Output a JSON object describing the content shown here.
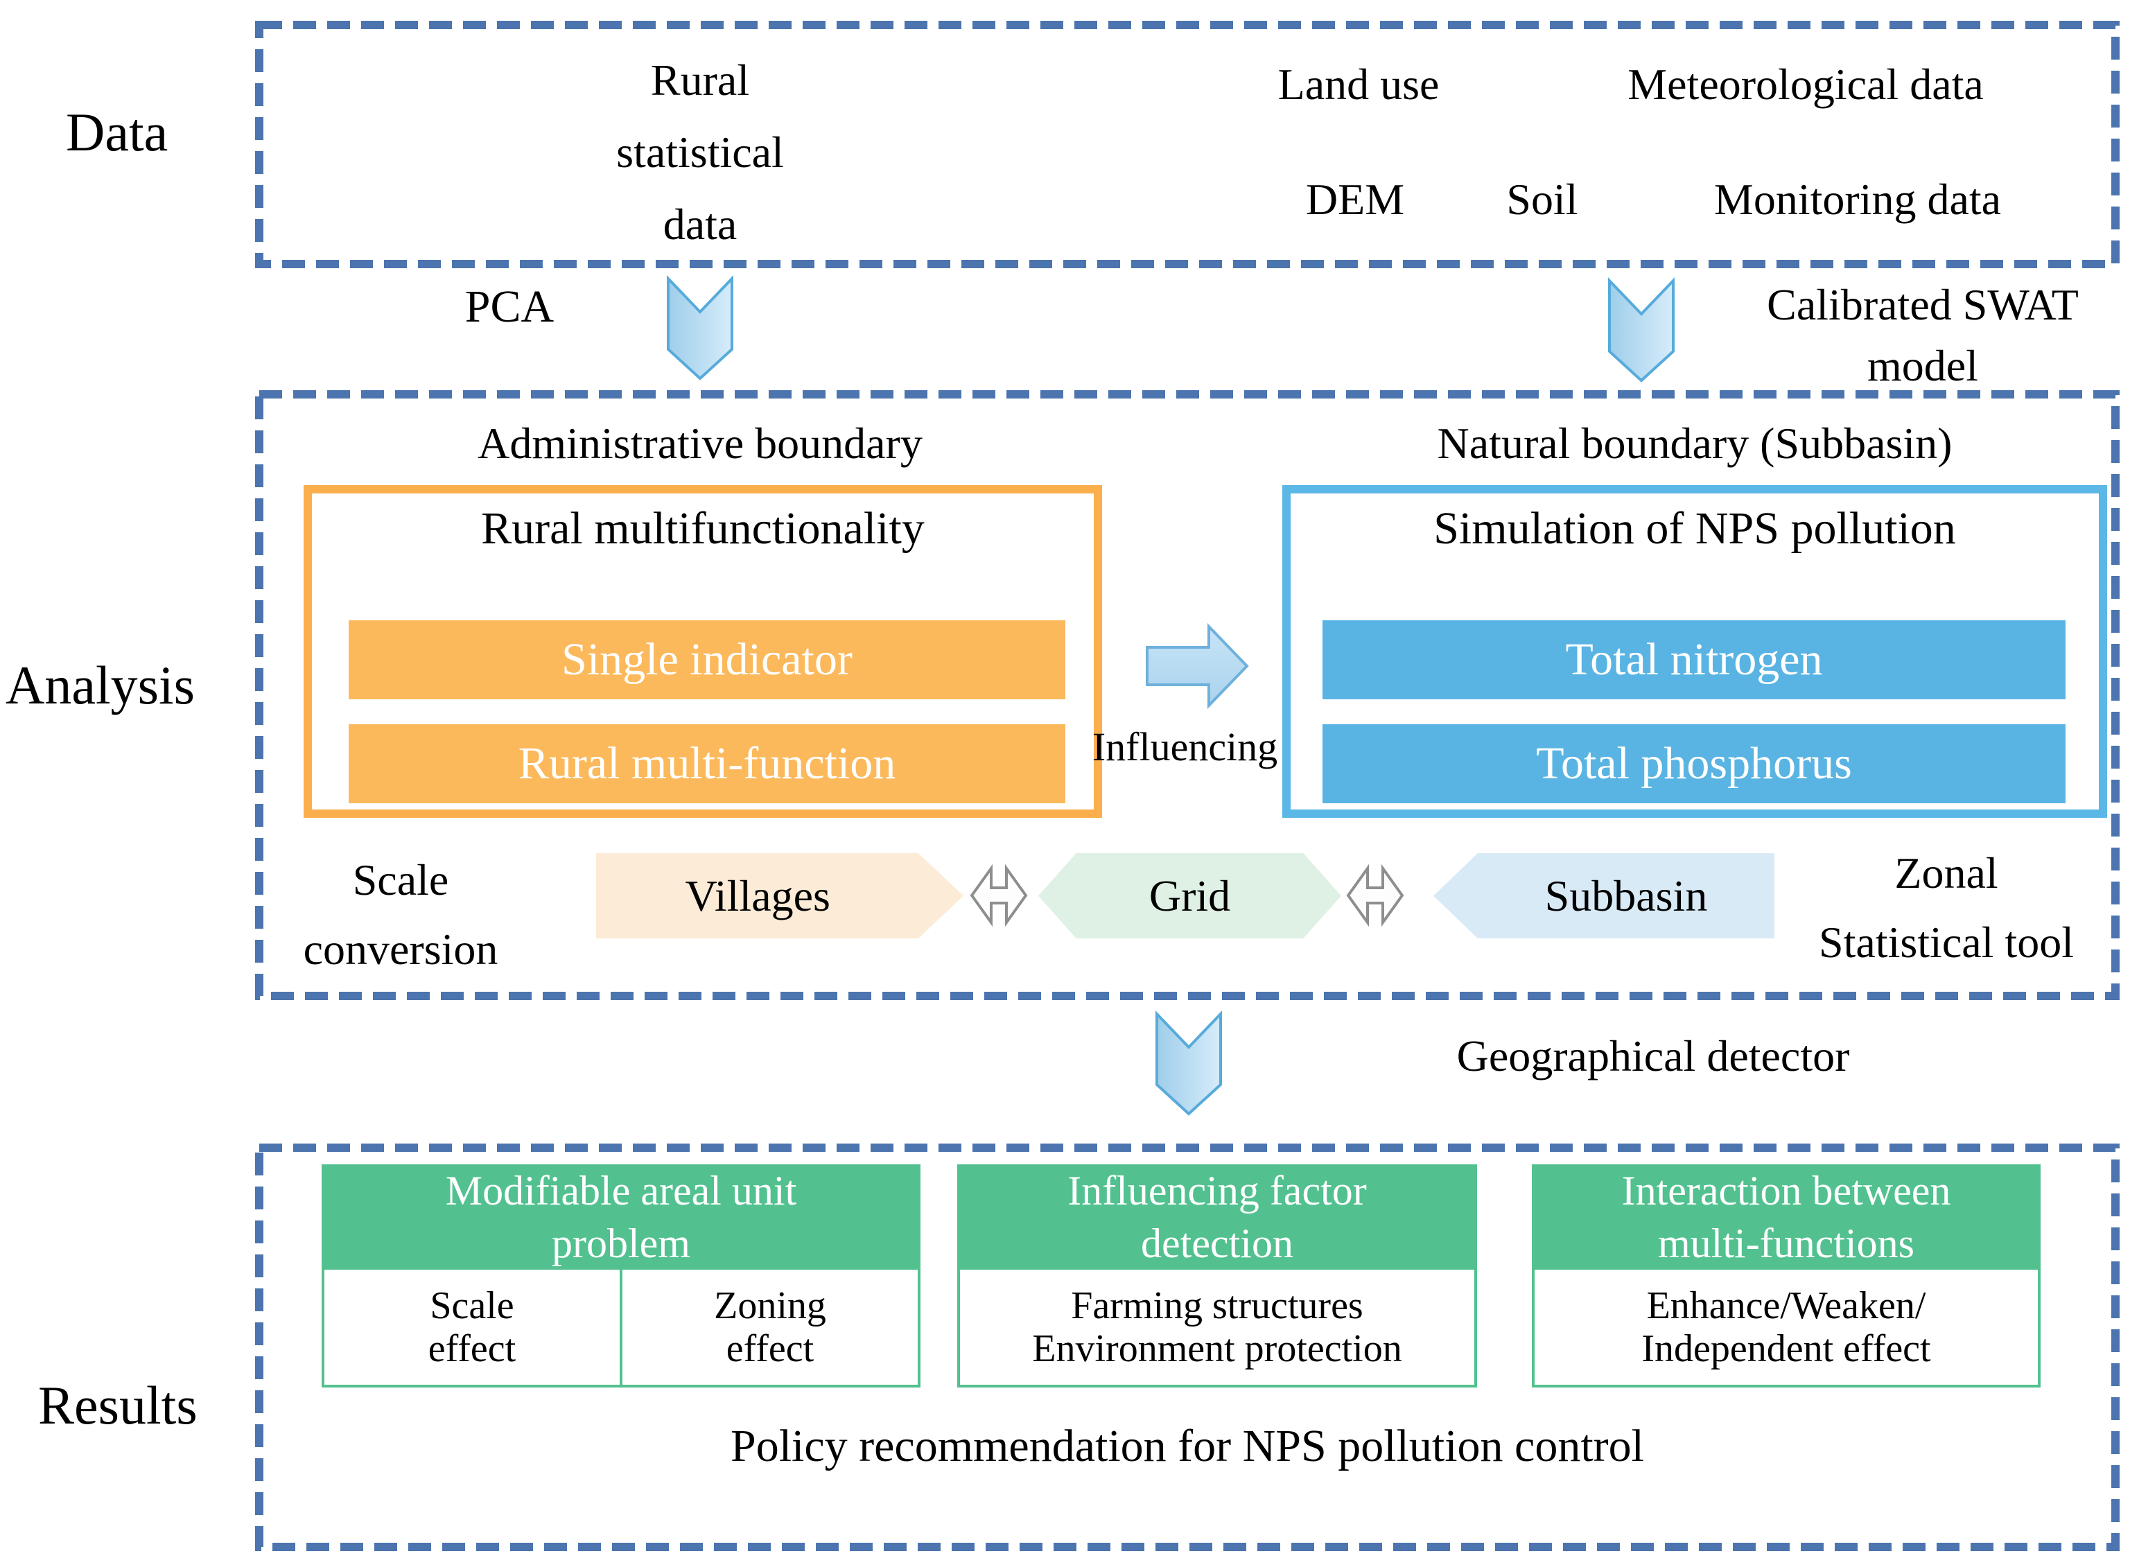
{
  "labels": {
    "data": "Data",
    "analysis": "Analysis",
    "results": "Results"
  },
  "data_section": {
    "rural_statistical": [
      "Rural",
      "statistical",
      "data"
    ],
    "row1": [
      "Land use",
      "Meteorological data"
    ],
    "row2": [
      "DEM",
      "Soil",
      "Monitoring data"
    ]
  },
  "connectors": {
    "pca": "PCA",
    "calibrated_swat": [
      "Calibrated SWAT",
      "model"
    ],
    "influencing": "Influencing",
    "geographical_detector": "Geographical detector"
  },
  "analysis_section": {
    "admin_heading": "Administrative boundary",
    "natural_heading": "Natural boundary (Subbasin)",
    "rural_box": {
      "title": "Rural multifunctionality",
      "bar1": "Single indicator",
      "bar2": "Rural multi-function"
    },
    "nps_box": {
      "title": "Simulation of NPS pollution",
      "bar1": "Total nitrogen",
      "bar2": "Total phosphorus"
    },
    "scale_conversion": [
      "Scale",
      "conversion"
    ],
    "villages": "Villages",
    "grid": "Grid",
    "subbasin": "Subbasin",
    "zonal": [
      "Zonal",
      "Statistical tool"
    ]
  },
  "results_section": {
    "box1": {
      "header": [
        "Modifiable areal unit",
        "problem"
      ],
      "cell1": [
        "Scale",
        "effect"
      ],
      "cell2": [
        "Zoning",
        "effect"
      ]
    },
    "box2": {
      "header": [
        "Influencing factor",
        "detection"
      ],
      "body": [
        "Farming structures",
        "Environment protection"
      ]
    },
    "box3": {
      "header": [
        "Interaction between",
        "multi-functions"
      ],
      "body": [
        "Enhance/Weaken/",
        "Independent effect"
      ]
    },
    "policy": "Policy recommendation for NPS pollution control"
  },
  "colors": {
    "dashed_border": "#4C74AE",
    "orange_border": "#FAAE4C",
    "orange_fill": "#FBB95C",
    "blue_border": "#5BB7E6",
    "blue_fill": "#59B4E3",
    "green_fill": "#52C18F",
    "villages_fill": "#FCEBD6",
    "grid_fill": "#DFF1E4",
    "subbasin_fill": "#D9EAF7",
    "chevron_fill_dark": "#9FCEEA",
    "chevron_fill_light": "#D6ECFA",
    "chevron_stroke": "#57ABDB",
    "double_arrow_stroke": "#8E8E8E"
  }
}
